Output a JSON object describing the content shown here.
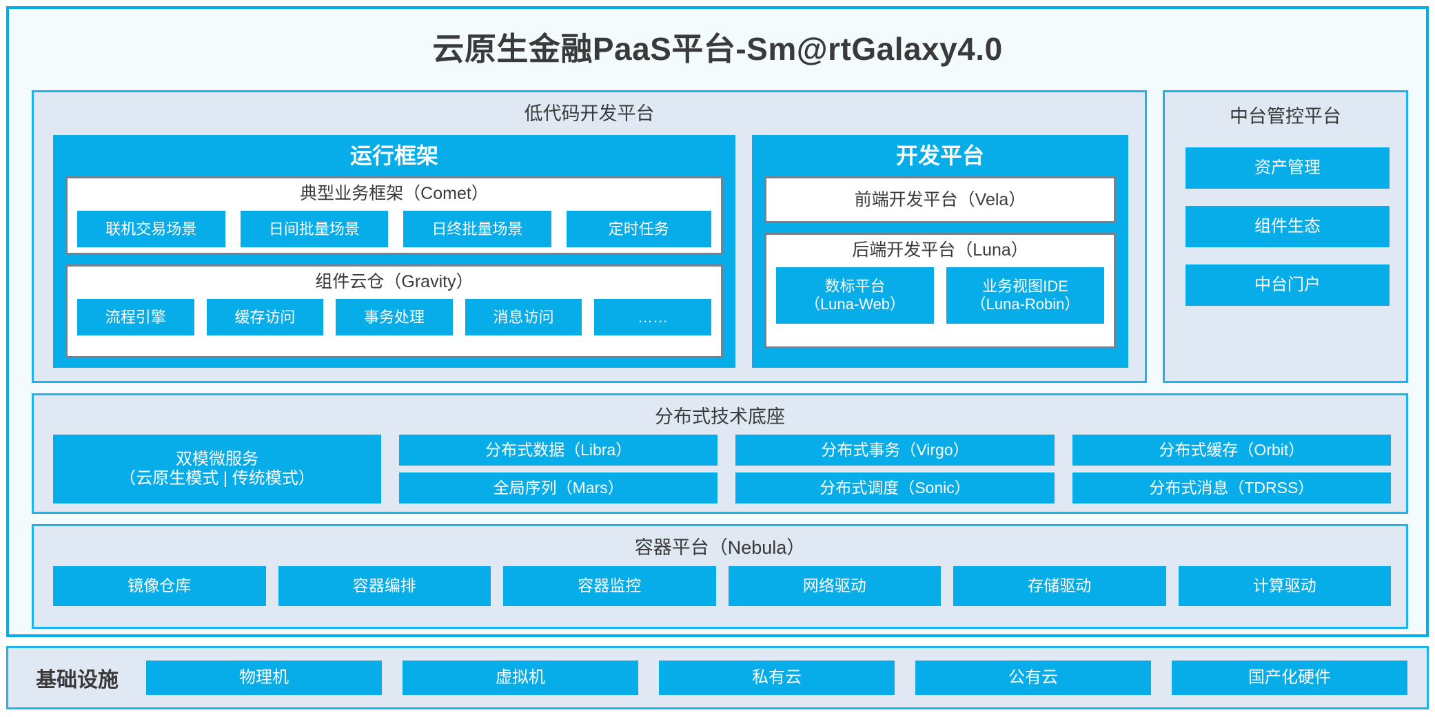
{
  "title": "云原生金融PaaS平台-Sm@rtGalaxy4.0",
  "colors": {
    "accent_blue": "#06ADE9",
    "border_blue": "#1BB3EE",
    "panel_bg": "#DFE8F3",
    "frame_bg": "#F4FBFD",
    "card_border": "#76818F",
    "text_dark": "#3A3A3A"
  },
  "low_code": {
    "title": "低代码开发平台",
    "runtime": {
      "title": "运行框架",
      "comet": {
        "title": "典型业务框架（Comet）",
        "items": [
          "联机交易场景",
          "日间批量场景",
          "日终批量场景",
          "定时任务"
        ]
      },
      "gravity": {
        "title": "组件云仓（Gravity）",
        "items": [
          "流程引擎",
          "缓存访问",
          "事务处理",
          "消息访问",
          "……"
        ]
      }
    },
    "dev_platform": {
      "title": "开发平台",
      "frontend": "前端开发平台（Vela）",
      "backend": {
        "title": "后端开发平台（Luna）",
        "items": [
          "数标平台\n（Luna-Web）",
          "业务视图IDE\n（Luna-Robin）"
        ]
      }
    }
  },
  "mid_office": {
    "title": "中台管控平台",
    "items": [
      "资产管理",
      "组件生态",
      "中台门户"
    ]
  },
  "tech_base": {
    "title": "分布式技术底座",
    "dual_mode": "双模微服务\n（云原生模式 | 传统模式）",
    "columns": [
      [
        "分布式数据（Libra）",
        "全局序列（Mars）"
      ],
      [
        "分布式事务（Virgo）",
        "分布式调度（Sonic）"
      ],
      [
        "分布式缓存（Orbit）",
        "分布式消息（TDRSS）"
      ]
    ]
  },
  "container_platform": {
    "title": "容器平台（Nebula）",
    "items": [
      "镜像仓库",
      "容器编排",
      "容器监控",
      "网络驱动",
      "存储驱动",
      "计算驱动"
    ]
  },
  "infrastructure": {
    "label": "基础设施",
    "items": [
      "物理机",
      "虚拟机",
      "私有云",
      "公有云",
      "国产化硬件"
    ]
  }
}
